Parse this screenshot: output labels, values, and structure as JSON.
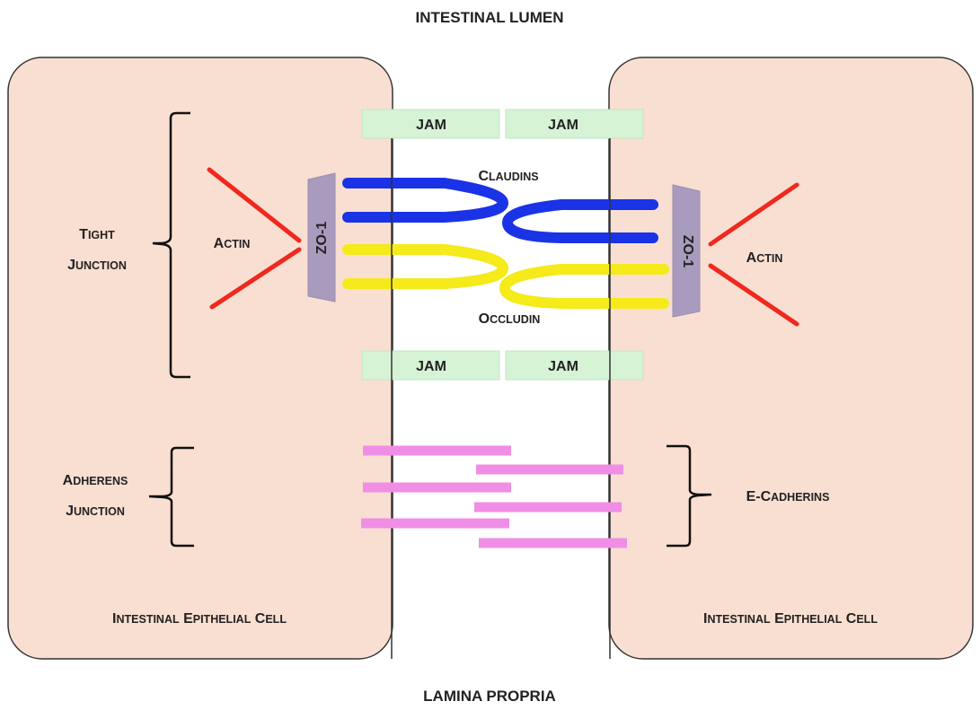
{
  "labels": {
    "top_region": "INTESTINAL LUMEN",
    "bottom_region": "LAMINA PROPRIA",
    "tight_junction": [
      "Tight",
      "Junction"
    ],
    "adherens_junction": [
      "Adherens",
      "Junction"
    ],
    "actin_left": "Actin",
    "actin_right": "Actin",
    "zo1_left": "ZO-1",
    "zo1_right": "ZO-1",
    "claudins": "Claudins",
    "occludin": "Occludin",
    "e_cadherins": "E-Cadherins",
    "jam": [
      "JAM",
      "JAM",
      "JAM",
      "JAM"
    ],
    "cell_left": "Intestinal Epithelial Cell",
    "cell_right": "Intestinal Epithelial Cell"
  },
  "colors": {
    "cell_fill": "#f9dfd1",
    "cell_stroke": "#333333",
    "jam_fill": "#d6f3d6",
    "actin": "#f0281e",
    "zo1": "#a99bbd",
    "claudin": "#1a33e6",
    "occludin": "#f5ea1a",
    "cadherin": "#f08ee6"
  }
}
